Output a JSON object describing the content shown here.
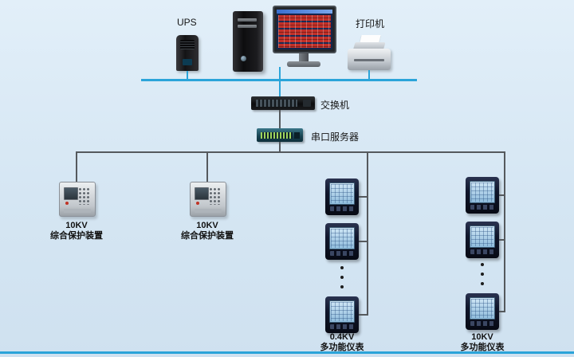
{
  "colors": {
    "background_top": "#e2eff9",
    "background_bottom": "#cfe1f0",
    "bus_line": "#2ba4d9",
    "wire": "#55595d",
    "label_text": "#151515"
  },
  "labels": {
    "ups": "UPS",
    "printer": "打印机",
    "switch": "交换机",
    "serial_server": "串口服务器"
  },
  "branches": {
    "protection_left": {
      "kv": "10KV",
      "name": "综合保护装置"
    },
    "protection_mid": {
      "kv": "10KV",
      "name": "综合保护装置"
    },
    "meter_column_04kv": {
      "kv": "0.4KV",
      "name": "多功能仪表"
    },
    "meter_column_10kv": {
      "kv": "10KV",
      "name": "多功能仪表"
    }
  }
}
